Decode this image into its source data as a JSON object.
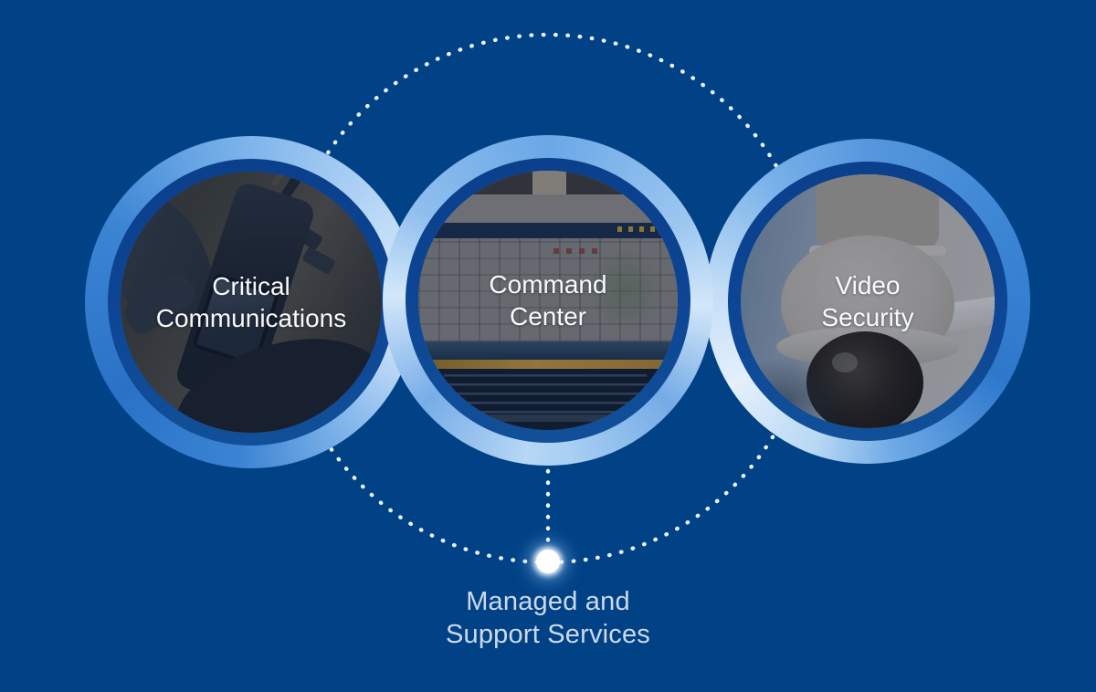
{
  "palette": {
    "background": "#014286",
    "ring_highlight": "#e2effb",
    "ring_sky_blue": "#7ab2ea",
    "ring_mid_blue": "#2e78cc",
    "ring_inner_navy": "#0c4392",
    "dot_color": "#ffffff",
    "node_label_color": "#f7fafc",
    "hub_label_color": "#cdd9ea",
    "terminal_stripe": "#e0a93c"
  },
  "nodes": [
    {
      "id": "critical-communications",
      "label_line1": "Critical",
      "label_line2": "Communications",
      "photo_alt": "gloved-hands-holding-two-way-radio"
    },
    {
      "id": "command-center",
      "label_line1": "Command",
      "label_line2": "Center",
      "photo_alt": "control-room-monitor-with-aerial-map-and-terminal"
    },
    {
      "id": "video-security",
      "label_line1": "Video",
      "label_line2": "Security",
      "photo_alt": "white-dome-security-camera-on-ceiling-mount"
    }
  ],
  "hub": {
    "label_line1": "Managed and",
    "label_line2": "Support Services"
  }
}
